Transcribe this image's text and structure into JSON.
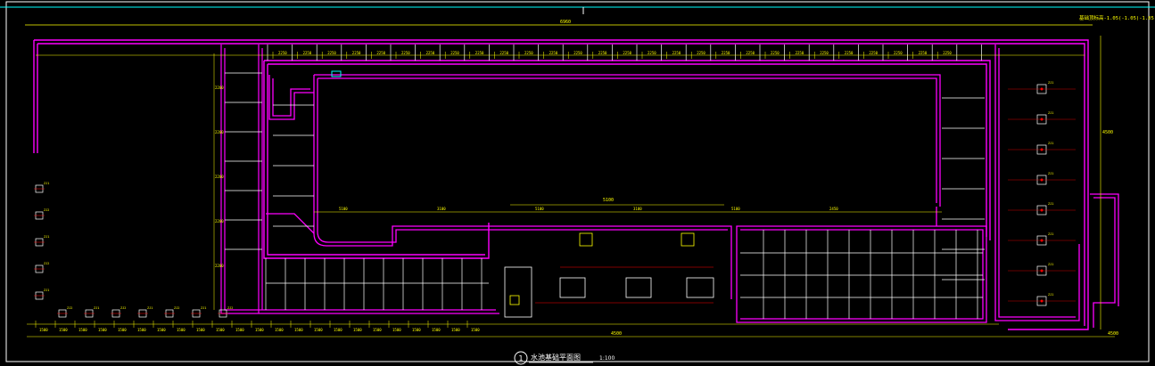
{
  "drawing": {
    "title": "水池基础平面图",
    "title_number": "1",
    "scale": "1:100",
    "top_right_note": "基础顶标高-1.05(-1.05)-1.05",
    "overall_width": "6960",
    "bottom_dims": [
      "4500",
      "4500"
    ],
    "inner_span": "5100",
    "right_dim": "4500",
    "colors": {
      "background": "#000000",
      "wall": "#ff00ff",
      "dimension": "#ffff00",
      "beam": "#ffffff",
      "axis": "#ff0000",
      "cyan": "#00ffff"
    },
    "top_cells": [
      "2250",
      "2250",
      "2250",
      "2250",
      "2250",
      "2250",
      "2250",
      "2250",
      "2250",
      "2250",
      "2250",
      "2250",
      "2250",
      "2250",
      "2250",
      "2250",
      "2250",
      "2250",
      "2250",
      "2250",
      "2250",
      "2250",
      "2250",
      "2250",
      "2250",
      "2250",
      "2250",
      "2250"
    ],
    "bottom_cells": [
      "1500",
      "1500",
      "1500",
      "1500",
      "1500",
      "1500",
      "1500",
      "1500",
      "1500",
      "1500",
      "1500",
      "1500",
      "1500",
      "1500",
      "1500",
      "1500",
      "1500",
      "1500",
      "1500",
      "1500",
      "1500",
      "1500",
      "1500"
    ],
    "mid_dims": [
      "5100",
      "3100",
      "5100",
      "3100",
      "5100",
      "2450"
    ],
    "left_dims": [
      "2200",
      "2200",
      "2200",
      "2200",
      "2200"
    ],
    "pile_labels": [
      "ZJ1",
      "ZJ2",
      "ZJ1",
      "ZJ2",
      "ZJ1",
      "ZJ2",
      "ZJ1",
      "ZJ2",
      "ZJ1",
      "ZJ2",
      "ZJ1",
      "ZJ2"
    ],
    "right_pile_labels": [
      "ZJ1",
      "ZJ1",
      "ZJ1",
      "ZJ1",
      "ZJ1",
      "ZJ1",
      "ZJ1",
      "ZJ1"
    ]
  }
}
